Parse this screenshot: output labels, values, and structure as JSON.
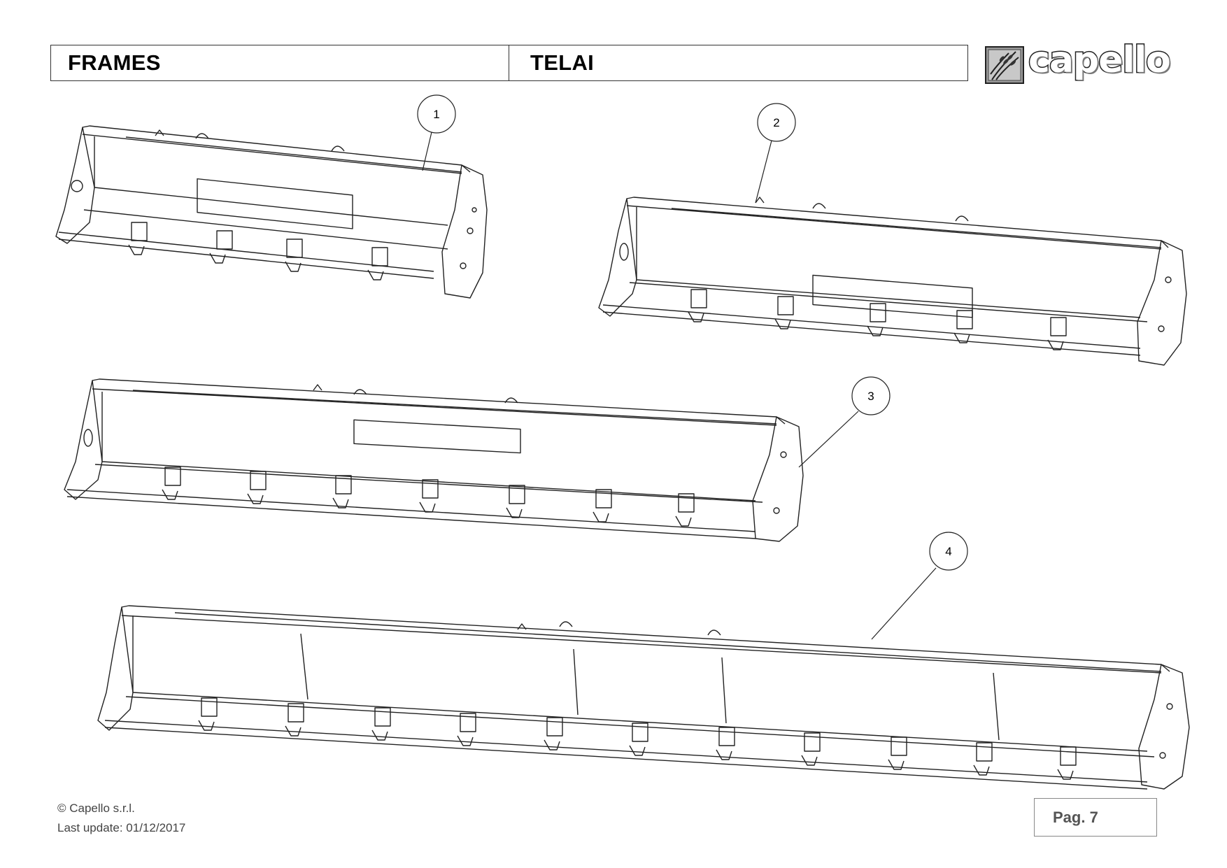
{
  "header": {
    "title_en": "FRAMES",
    "title_it": "TELAI"
  },
  "logo": {
    "wordmark": "capello"
  },
  "callouts": [
    "1",
    "2",
    "3",
    "4"
  ],
  "footer": {
    "copyright": "© Capello s.r.l.",
    "last_update": "Last update: 01/12/2017",
    "page": "Pag. 7"
  }
}
